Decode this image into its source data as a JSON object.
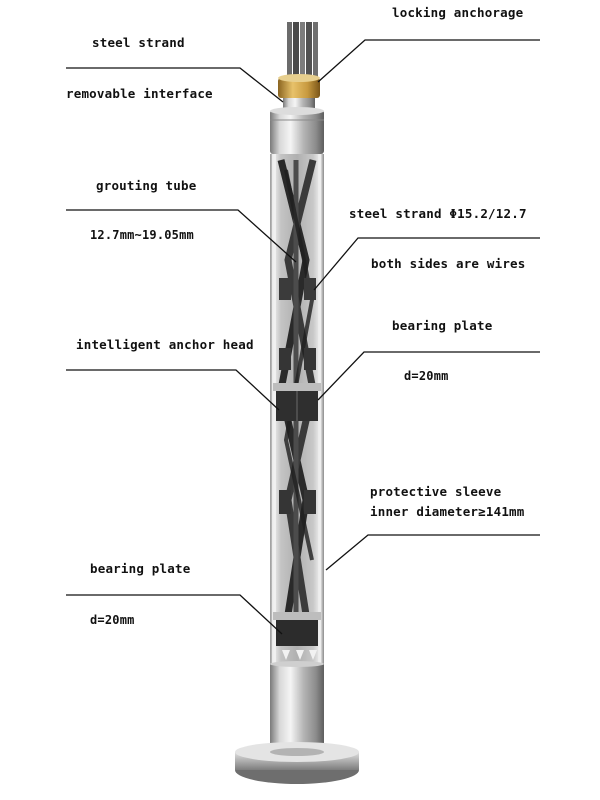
{
  "labels": {
    "locking_anchorage": "locking anchorage",
    "steel_strand_top": "steel strand",
    "removable_interface": "removable interface",
    "grouting_tube": "grouting tube",
    "grouting_tube_size": "12.7mm~19.05mm",
    "steel_strand_spec": "steel strand Φ15.2/12.7",
    "both_sides_wires": "both sides are wires",
    "bearing_plate_upper": "bearing plate",
    "bearing_plate_upper_d": "d=20mm",
    "intelligent_anchor_head": "intelligent anchor head",
    "protective_sleeve": "protective sleeve",
    "inner_diameter": "inner diameter≥141mm",
    "bearing_plate_lower": "bearing plate",
    "bearing_plate_lower_d": "d=20mm"
  },
  "colors": {
    "steel_light": "#e6e6e6",
    "steel_mid": "#a9a9a9",
    "steel_dark": "#6a6a6a",
    "strand_dark": "#2e2e2e",
    "brass": "#c9a04a",
    "text": "#111111"
  }
}
